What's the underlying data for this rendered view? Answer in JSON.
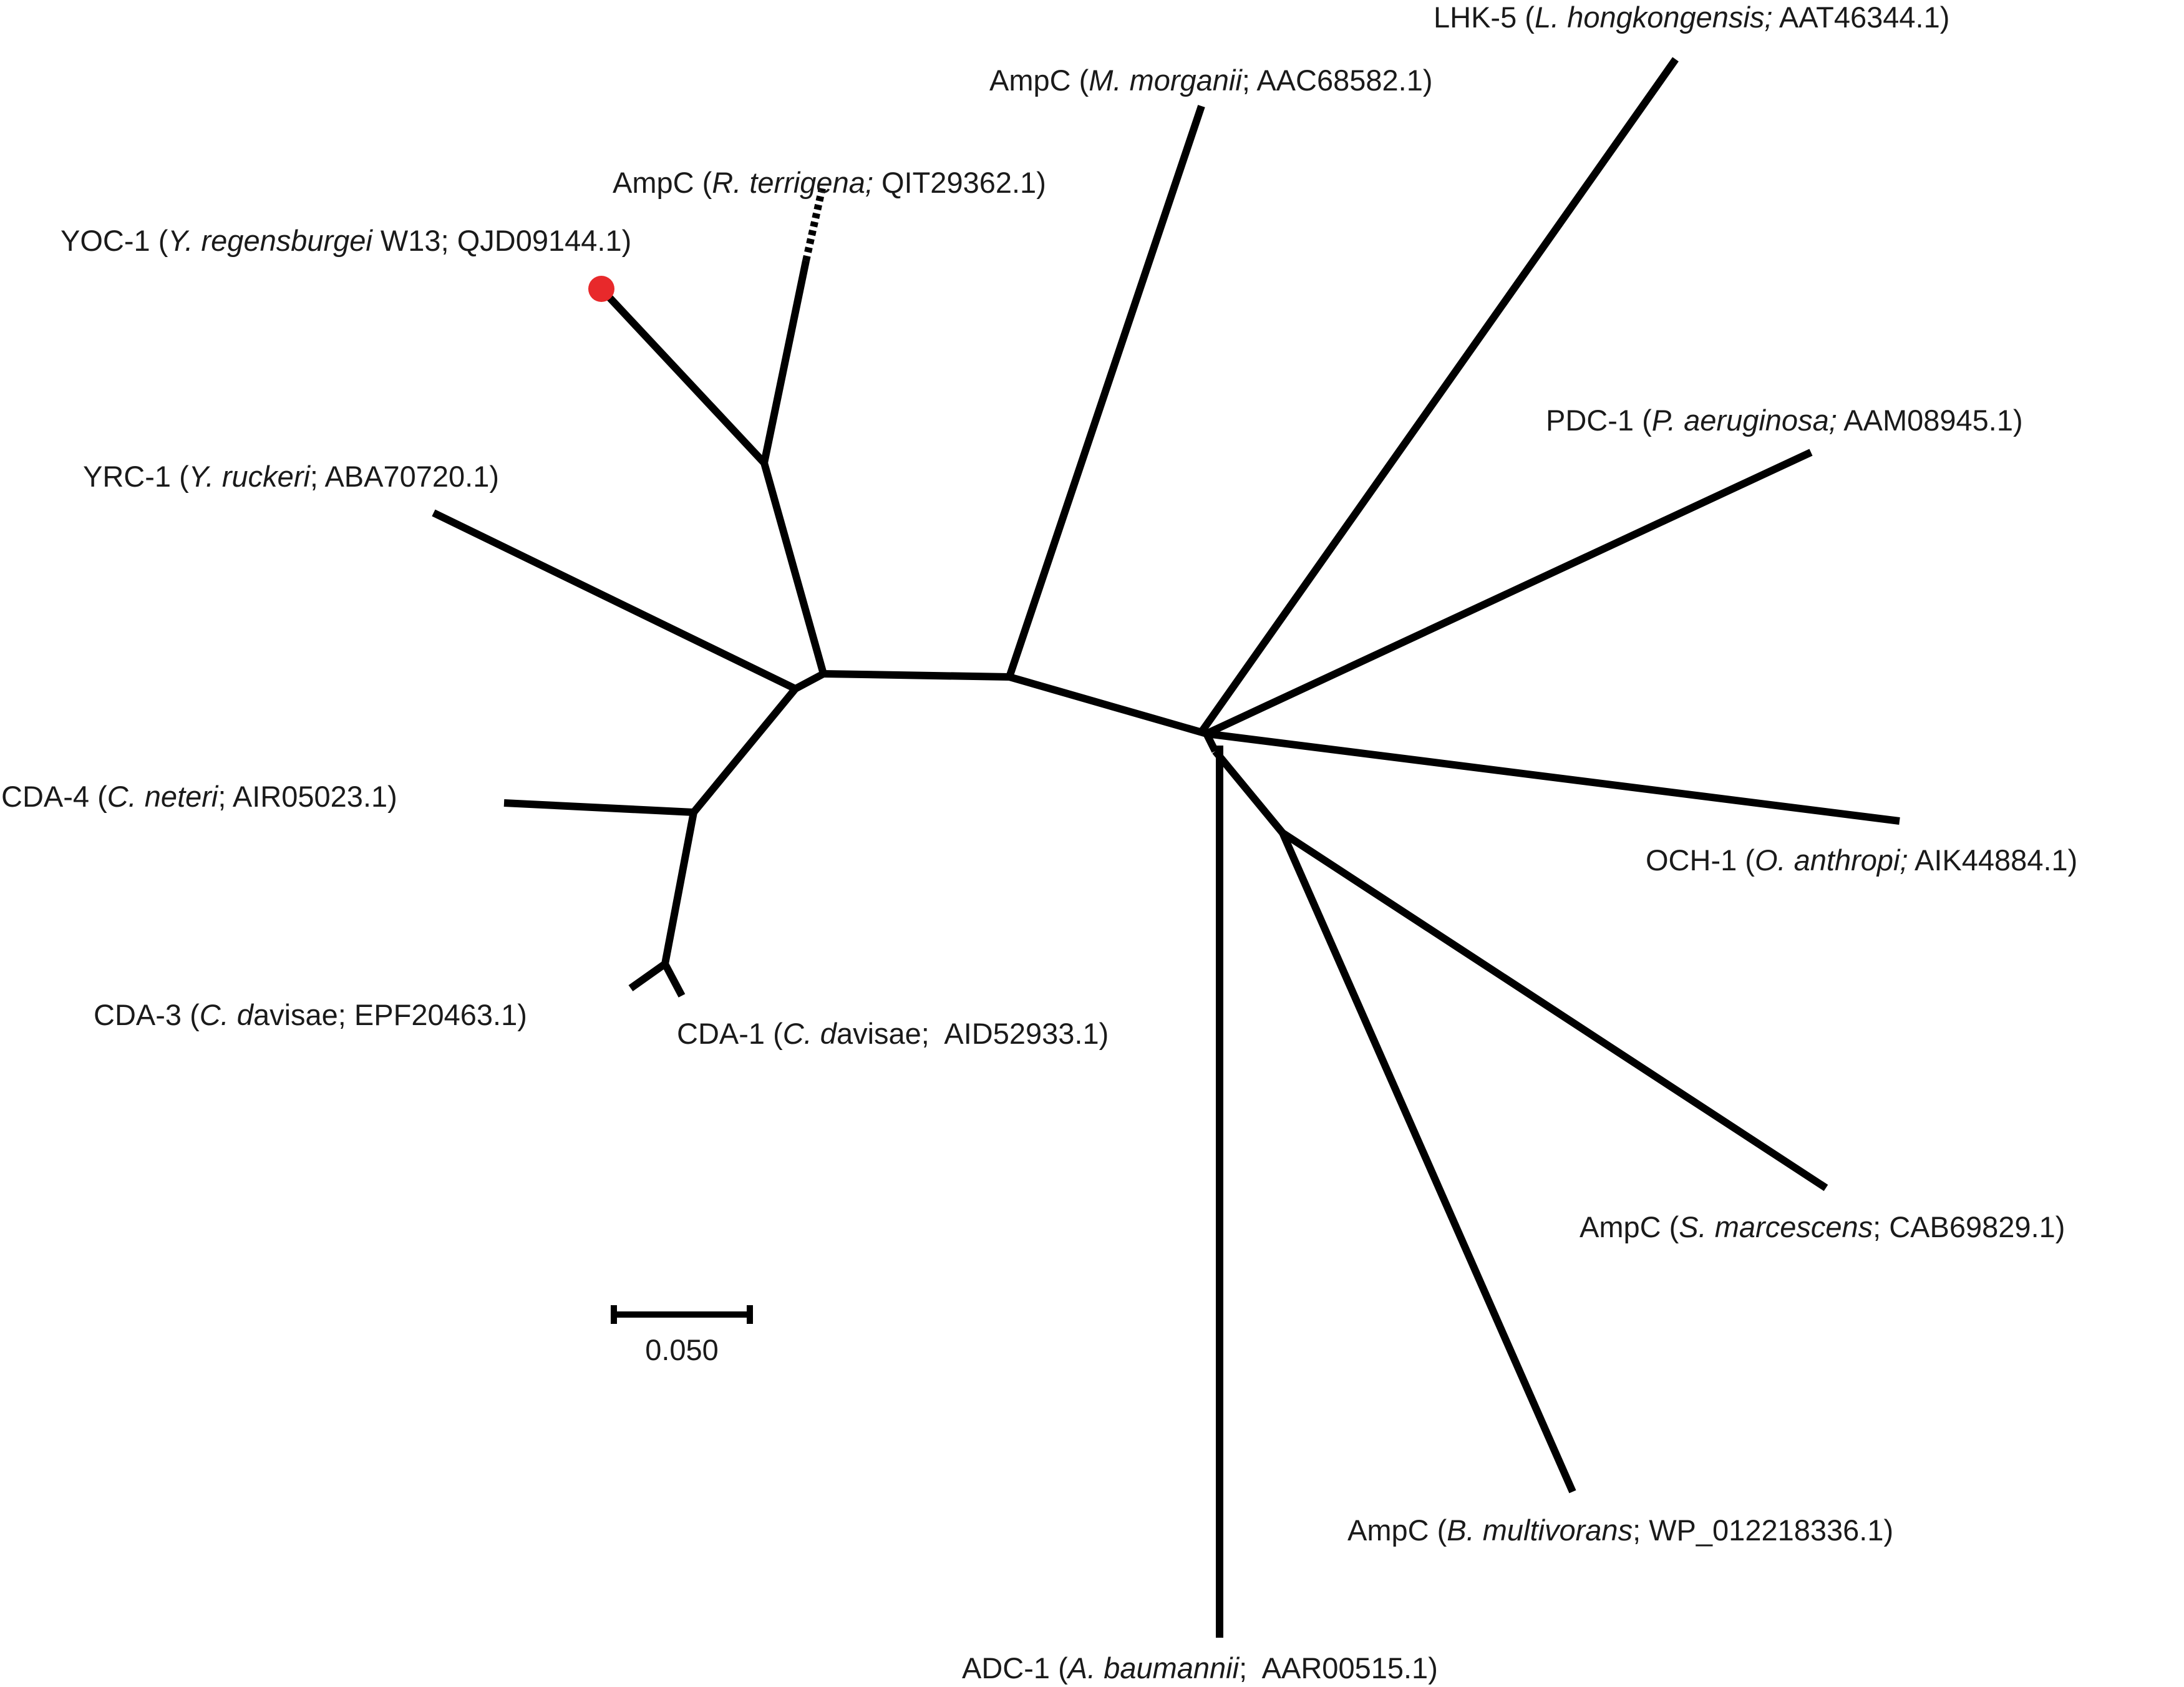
{
  "figure": {
    "leaf_marker_color": "#e8292b",
    "scale_bar": {
      "label": "0.050",
      "value": 0.05
    },
    "leaves": [
      {
        "id": "yoc1",
        "highlighted": true,
        "parts": [
          {
            "t": "YOC-1 ("
          },
          {
            "t": "Y. regensburgei",
            "i": true
          },
          {
            "t": " W13; QJD09144.1)"
          }
        ]
      },
      {
        "id": "ampc_rterrigena",
        "dashed": true,
        "parts": [
          {
            "t": "AmpC ("
          },
          {
            "t": "R. terrigena;",
            "i": true
          },
          {
            "t": " QIT29362.1)"
          }
        ]
      },
      {
        "id": "ampc_mmorganii",
        "parts": [
          {
            "t": "AmpC ("
          },
          {
            "t": "M. morganii",
            "i": true
          },
          {
            "t": "; AAC68582.1)"
          }
        ]
      },
      {
        "id": "lhk5",
        "parts": [
          {
            "t": "LHK-5 ("
          },
          {
            "t": "L. hongkongensis;",
            "i": true
          },
          {
            "t": " AAT46344.1)"
          }
        ]
      },
      {
        "id": "pdc1",
        "parts": [
          {
            "t": "PDC-1 ("
          },
          {
            "t": "P. aeruginosa;",
            "i": true
          },
          {
            "t": " AAM08945.1)"
          }
        ]
      },
      {
        "id": "yrc1",
        "parts": [
          {
            "t": "YRC-1 ("
          },
          {
            "t": "Y. ruckeri",
            "i": true
          },
          {
            "t": "; ABA70720.1)"
          }
        ]
      },
      {
        "id": "cda4",
        "parts": [
          {
            "t": "CDA-4 ("
          },
          {
            "t": "C. neteri",
            "i": true
          },
          {
            "t": "; AIR05023.1)"
          }
        ]
      },
      {
        "id": "och1",
        "parts": [
          {
            "t": "OCH-1 ("
          },
          {
            "t": "O. anthropi;",
            "i": true
          },
          {
            "t": " AIK44884.1)"
          }
        ]
      },
      {
        "id": "cda3",
        "parts": [
          {
            "t": "CDA-3 ("
          },
          {
            "t": "C. d",
            "i": true
          },
          {
            "t": "avisae; EPF20463.1)"
          }
        ]
      },
      {
        "id": "cda1",
        "parts": [
          {
            "t": "CDA-1 ("
          },
          {
            "t": "C. d",
            "i": true
          },
          {
            "t": "avisae;  AID52933.1)"
          }
        ]
      },
      {
        "id": "ampc_smarcescens",
        "parts": [
          {
            "t": "AmpC ("
          },
          {
            "t": "S. marcescens",
            "i": true
          },
          {
            "t": "; CAB69829.1)"
          }
        ]
      },
      {
        "id": "ampc_bmultivorans",
        "parts": [
          {
            "t": "AmpC ("
          },
          {
            "t": "B. multivorans",
            "i": true
          },
          {
            "t": "; WP_012218336.1)"
          }
        ]
      },
      {
        "id": "adc1",
        "parts": [
          {
            "t": "ADC-1 ("
          },
          {
            "t": "A. baumannii",
            "i": true
          },
          {
            "t": ";  AAR00515.1)"
          }
        ]
      }
    ]
  }
}
